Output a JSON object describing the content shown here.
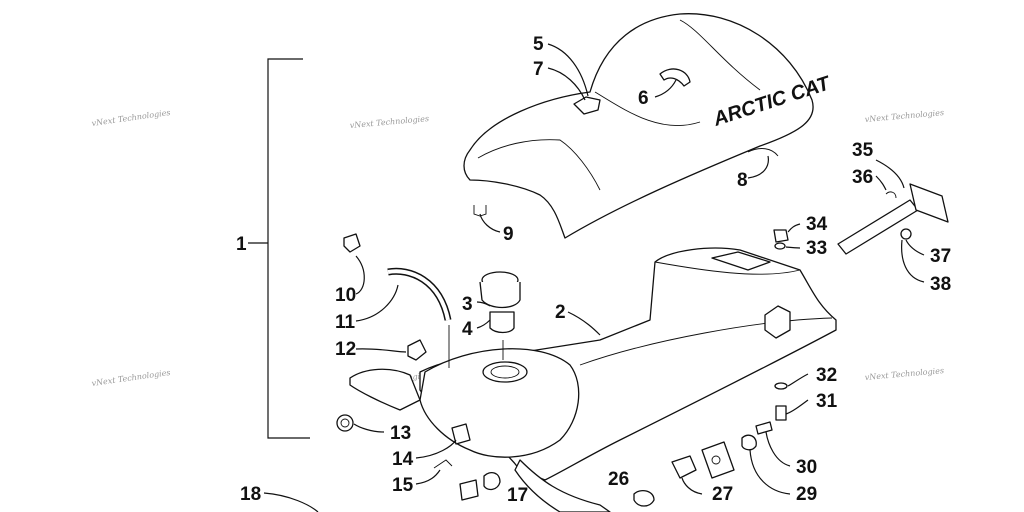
{
  "brand_text": "ARCTIC CAT",
  "watermark": "vNext Technologies",
  "callouts": [
    {
      "id": "1",
      "label": "1"
    },
    {
      "id": "2",
      "label": "2"
    },
    {
      "id": "3",
      "label": "3"
    },
    {
      "id": "4",
      "label": "4"
    },
    {
      "id": "5",
      "label": "5"
    },
    {
      "id": "6",
      "label": "6"
    },
    {
      "id": "7",
      "label": "7"
    },
    {
      "id": "8",
      "label": "8"
    },
    {
      "id": "9",
      "label": "9"
    },
    {
      "id": "10",
      "label": "10"
    },
    {
      "id": "11",
      "label": "11"
    },
    {
      "id": "12",
      "label": "12"
    },
    {
      "id": "13",
      "label": "13"
    },
    {
      "id": "14",
      "label": "14"
    },
    {
      "id": "15",
      "label": "15"
    },
    {
      "id": "17",
      "label": "17"
    },
    {
      "id": "18",
      "label": "18"
    },
    {
      "id": "26",
      "label": "26"
    },
    {
      "id": "27",
      "label": "27"
    },
    {
      "id": "29",
      "label": "29"
    },
    {
      "id": "30",
      "label": "30"
    },
    {
      "id": "31",
      "label": "31"
    },
    {
      "id": "32",
      "label": "32"
    },
    {
      "id": "33",
      "label": "33"
    },
    {
      "id": "34",
      "label": "34"
    },
    {
      "id": "35",
      "label": "35"
    },
    {
      "id": "36",
      "label": "36"
    },
    {
      "id": "37",
      "label": "37"
    },
    {
      "id": "38",
      "label": "38"
    }
  ]
}
